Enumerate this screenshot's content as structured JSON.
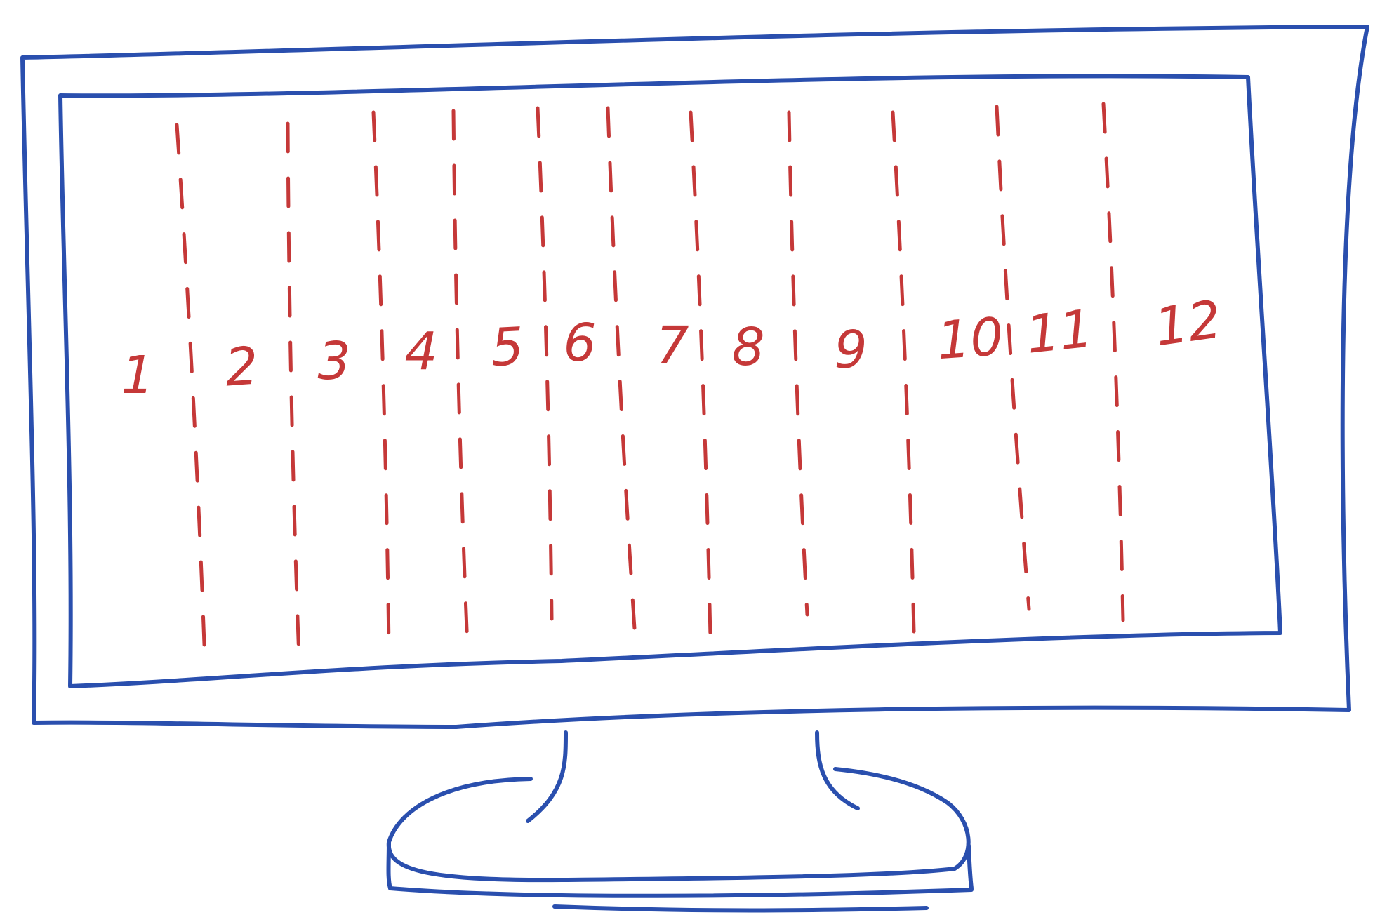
{
  "diagram": {
    "columns": [
      {
        "label": "1"
      },
      {
        "label": "2"
      },
      {
        "label": "3"
      },
      {
        "label": "4"
      },
      {
        "label": "5"
      },
      {
        "label": "6"
      },
      {
        "label": "7"
      },
      {
        "label": "8"
      },
      {
        "label": "9"
      },
      {
        "label": "10"
      },
      {
        "label": "11"
      },
      {
        "label": "12"
      }
    ],
    "colors": {
      "monitor": "#2a4fae",
      "grid": "#c53838"
    }
  }
}
